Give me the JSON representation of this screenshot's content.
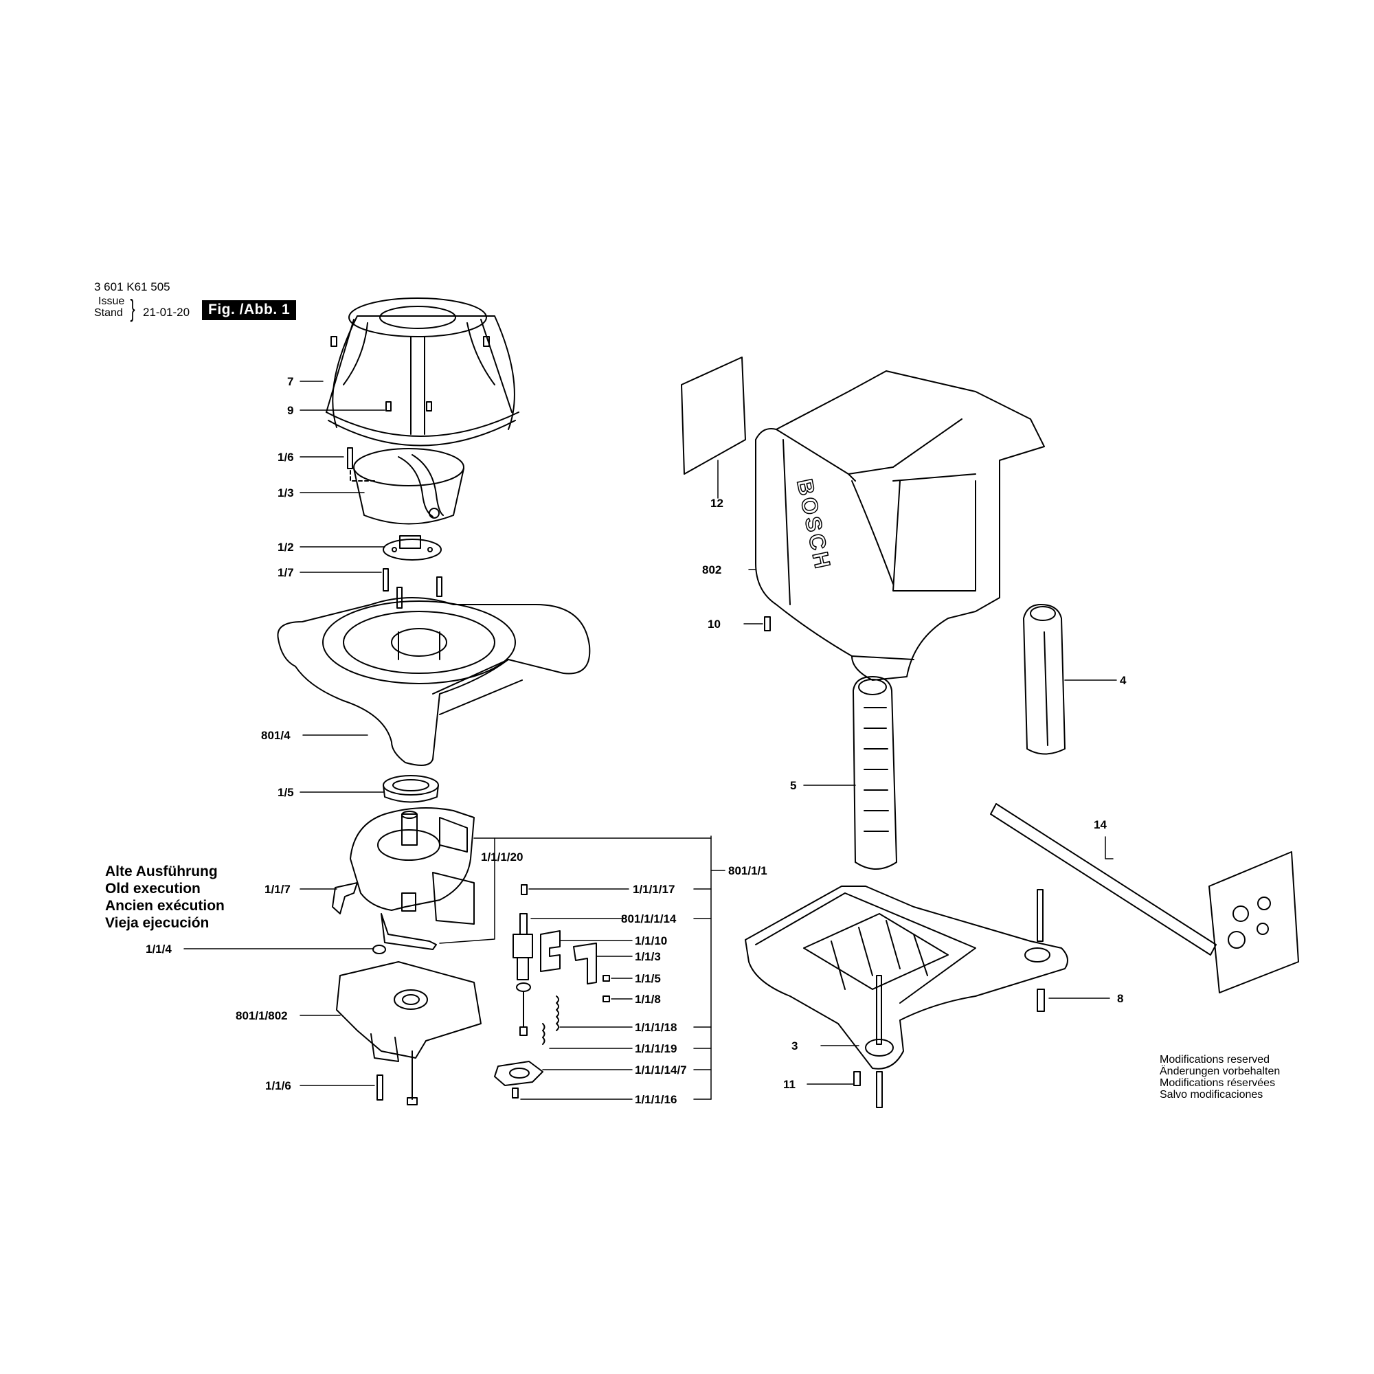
{
  "header": {
    "part_number": "3 601 K61 505",
    "issue_label": "Issue",
    "stand_label": "Stand",
    "date": "21-01-20",
    "figure_label": "Fig. /Abb. 1"
  },
  "old_execution": {
    "de": "Alte Ausführung",
    "en": "Old execution",
    "fr": "Ancien exécution",
    "es": "Vieja ejecución"
  },
  "modifications": {
    "en": "Modifications reserved",
    "de": "Änderungen vorbehalten",
    "fr": "Modifications réservées",
    "es": "Salvo modificaciones"
  },
  "labels": {
    "l7": "7",
    "l9": "9",
    "l1_6": "1/6",
    "l1_3": "1/3",
    "l1_2": "1/2",
    "l1_7": "1/7",
    "l801_4": "801/4",
    "l1_5": "1/5",
    "l1_1_7": "1/1/7",
    "l1_1_4": "1/1/4",
    "l801_1_802": "801/1/802",
    "l1_1_6": "1/1/6",
    "l1_1_1_20": "1/1/1/20",
    "l1_1_1_17": "1/1/1/17",
    "l801_1_1_14": "801/1/1/14",
    "l1_1_10": "1/1/10",
    "l1_1_3": "1/1/3",
    "l1_1_5": "1/1/5",
    "l1_1_8": "1/1/8",
    "l1_1_1_18": "1/1/1/18",
    "l1_1_1_19": "1/1/1/19",
    "l1_1_1_14_7": "1/1/1/14/7",
    "l1_1_1_16": "1/1/1/16",
    "l801_1_1": "801/1/1",
    "l12": "12",
    "l802": "802",
    "l10": "10",
    "l4": "4",
    "l5": "5",
    "l14": "14",
    "l8": "8",
    "l3": "3",
    "l11": "11"
  },
  "brand": "BOSCH"
}
